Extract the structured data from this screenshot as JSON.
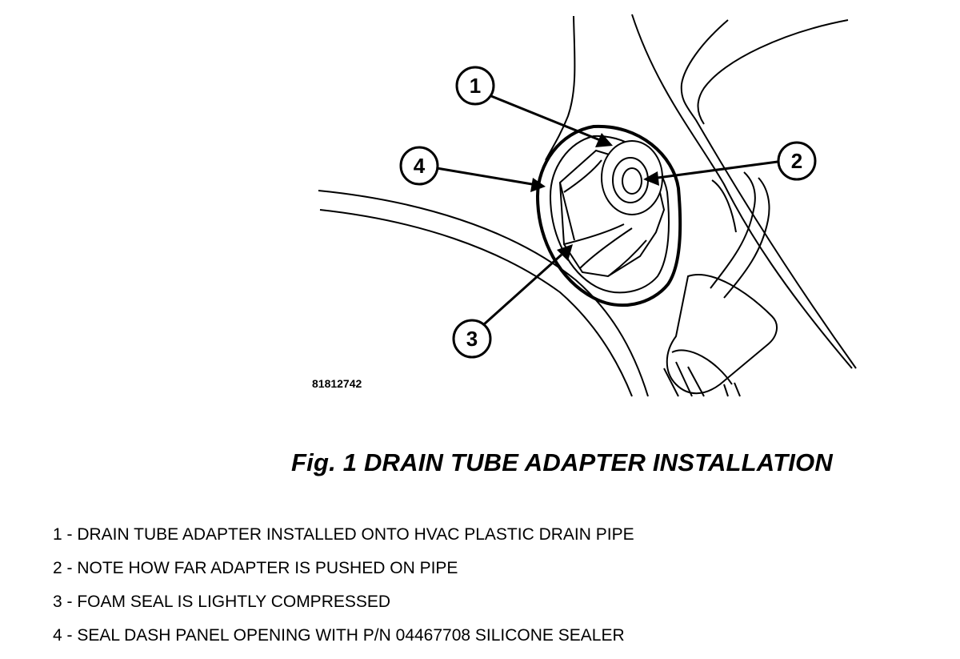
{
  "diagram": {
    "figure_id": "81812742",
    "callouts": [
      {
        "number": "1"
      },
      {
        "number": "2"
      },
      {
        "number": "3"
      },
      {
        "number": "4"
      }
    ]
  },
  "caption": "Fig. 1 DRAIN TUBE ADAPTER INSTALLATION",
  "legend": [
    {
      "text": "1 - DRAIN TUBE ADAPTER INSTALLED ONTO HVAC PLASTIC DRAIN PIPE"
    },
    {
      "text": "2 - NOTE HOW FAR ADAPTER IS PUSHED ON PIPE"
    },
    {
      "text": "3 - FOAM SEAL IS LIGHTLY COMPRESSED"
    },
    {
      "text": "4 - SEAL DASH PANEL OPENING WITH P/N 04467708 SILICONE SEALER"
    }
  ]
}
